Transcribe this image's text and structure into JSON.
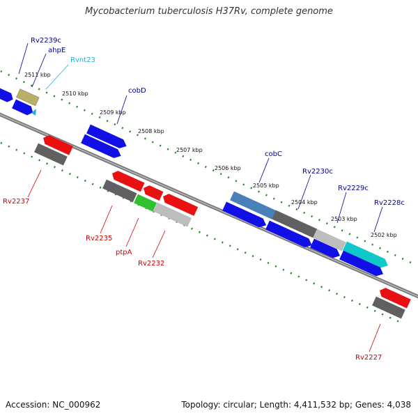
{
  "title": "Mycobacterium tuberculosis H37Rv, complete genome",
  "footer": {
    "accession": "Accession: NC_000962",
    "summary": "Topology: circular; Length: 4,411,532 bp; Genes: 4,038"
  },
  "colors": {
    "blue": "#1010e6",
    "red": "#e81010",
    "grey": "#606060",
    "lightgrey": "#bdbdbd",
    "green": "#30c030",
    "cyan": "#10c8c8",
    "olive": "#b8b06a",
    "steel": "#4a80b8",
    "axis": "#8a8a8a",
    "ticks": "#1a8a1a",
    "label_blue": "#00008b",
    "label_red": "#cc0000",
    "label_cyan": "#20b0e0"
  },
  "kbp_ticks": [
    "2511 kbp",
    "2510 kbp",
    "2509 kbp",
    "2508 kbp",
    "2507 kbp",
    "2506 kbp",
    "2505 kbp",
    "2504 kbp",
    "2503 kbp",
    "2502 kbp"
  ],
  "gene_labels": {
    "rv2239c": "Rv2239c",
    "ahpe": "ahpE",
    "rvnt23": "Rvnt23",
    "cobd": "cobD",
    "cobc": "cobC",
    "rv2230c": "Rv2230c",
    "rv2229c": "Rv2229c",
    "rv2228c": "Rv2228c",
    "rv2237": "Rv2237",
    "rv2235": "Rv2235",
    "ptpa": "ptpA",
    "rv2232": "Rv2232",
    "rv2227": "Rv2227"
  }
}
